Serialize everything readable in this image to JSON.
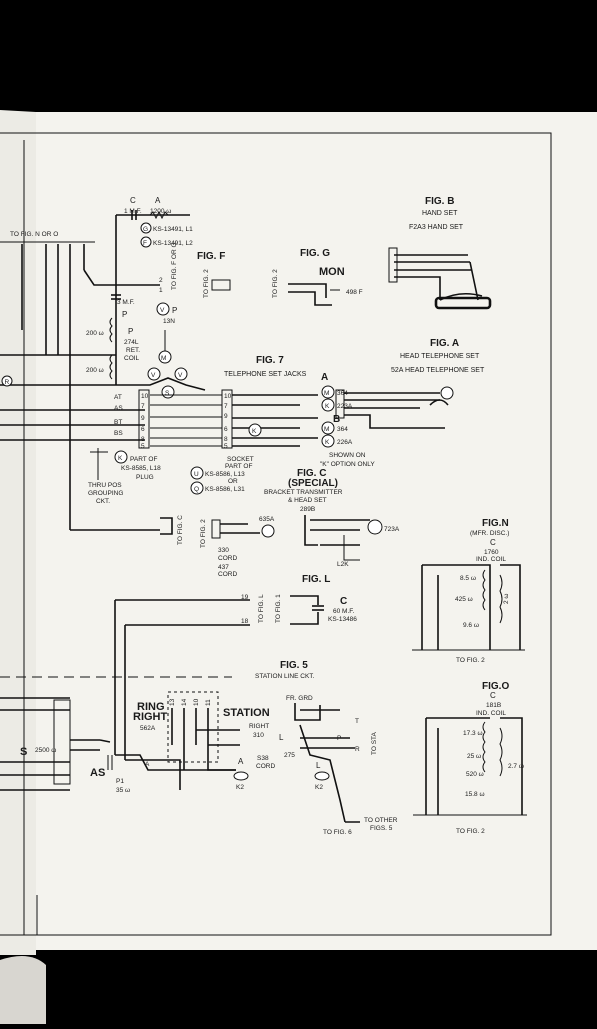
{
  "fig_b": {
    "title": "FIG. B",
    "subtitle": "HAND SET",
    "part": "F2A3 HAND SET"
  },
  "fig_f": {
    "title": "FIG. F",
    "to_fig": "TO FIG. 2"
  },
  "fig_g": {
    "title": "FIG. G",
    "mon": "MON",
    "part": "498 F",
    "to_fig": "TO FIG. 2"
  },
  "top_left": {
    "to_fig": "TO FIG. N OR O",
    "c_label": "C",
    "a_label": "A",
    "c_value": "1 M.F.",
    "a_value": "1200 ω",
    "g_part": "KS-13491, L1",
    "f_part": "KS-13491, L2",
    "g_letter": "G",
    "f_letter": "F",
    "to_fig_f6": "TO FIG. F OR G"
  },
  "coil": {
    "cap": "3 M.F.",
    "p_label": "P",
    "p_part": "274L",
    "p_ret": "RET.",
    "p_coil": "COIL",
    "r1": "200 ω",
    "r2": "200 ω",
    "v_letter": "V",
    "p2_label": "P",
    "p2_part": "13N",
    "m_letter": "M",
    "s_letter": "S",
    "r_letter": "R"
  },
  "fig_a": {
    "title": "FIG. A",
    "subtitle": "HEAD TELEPHONE SET",
    "part": "52A HEAD TELEPHONE SET"
  },
  "fig_7": {
    "title": "FIG. 7",
    "subtitle": "TELEPHONE SET JACKS",
    "a_label": "A",
    "b_label": "B",
    "m364": "364",
    "k223": "223A",
    "m364b": "364",
    "k226": "226A",
    "shown_on": "SHOWN ON",
    "k_option": "\"K\" OPTION ONLY",
    "rows": [
      "AT",
      "AS",
      "BT",
      "BS"
    ],
    "part_of": "PART OF",
    "ks_plug": "KS-8585, L18",
    "plug": "PLUG",
    "thru": "THRU POS",
    "grouping": "GROUPING",
    "ckt": "CKT.",
    "socket": "SOCKET",
    "part_of2": "PART OF",
    "u_part": "KS-8586, L13",
    "or": "OR",
    "q_part": "KS-8586, L31"
  },
  "fig_c": {
    "title": "FIG. C",
    "special": "(SPECIAL)",
    "subtitle": "BRACKET TRANSMITTER",
    "subtitle2": "& HEAD SET",
    "part1": "289B",
    "part2": "723A",
    "part3": "L2K",
    "plug": "635A",
    "cord1": "330",
    "cord1b": "CORD",
    "cord2": "437",
    "cord2b": "CORD",
    "to_fig": "TO FIG. C",
    "to_fig2": "TO FIG. 2"
  },
  "fig_n": {
    "title": "FIG.N",
    "subtitle": "(MFR. DISC.)",
    "c": "C",
    "part": "1760",
    "coil": "IND. COIL",
    "r1": "8.5 ω",
    "r2": "425 ω",
    "r3": "9.6 ω",
    "r4": "2 ω",
    "to_fig": "TO FIG. 2"
  },
  "fig_l": {
    "title": "FIG. L",
    "c": "C",
    "cap": "60 M.F.",
    "part": "KS-13486",
    "to_fig1": "TO FIG. L",
    "to_fig2": "TO FIG. 1",
    "n19": "19",
    "n18": "18"
  },
  "fig_5": {
    "title": "FIG. 5",
    "subtitle": "STATION LINE CKT.",
    "ring": "RING",
    "right": "RIGHT",
    "ring_part": "562A",
    "station": "STATION",
    "st_right": "RIGHT",
    "st_part": "310",
    "cord": "S38",
    "cord2": "CORD",
    "fr_grd": "FR. GRD",
    "k2": "K2",
    "k2b": "K2",
    "n275": "275",
    "to_sta": "TO STA",
    "to_other": "TO OTHER",
    "figs5": "FIGS. 5",
    "to_fig6": "TO FIG. 6",
    "a1": "A",
    "a2": "A",
    "l1": "L",
    "l2": "L",
    "t": "T",
    "r": "R",
    "p": "P"
  },
  "fig_o": {
    "title": "FIG.O",
    "c": "C",
    "part": "181B",
    "coil": "IND. COIL",
    "r1": "17.3 ω",
    "r2": "25 ω",
    "r3": "520 ω",
    "r4": "15.8 ω",
    "r5": "2.7 ω",
    "to_fig": "TO FIG. 2"
  },
  "bottom_left": {
    "s": "S",
    "s_res": "2500 ω",
    "as_label": "AS",
    "as_res": "35 ω",
    "p1": "P1"
  }
}
